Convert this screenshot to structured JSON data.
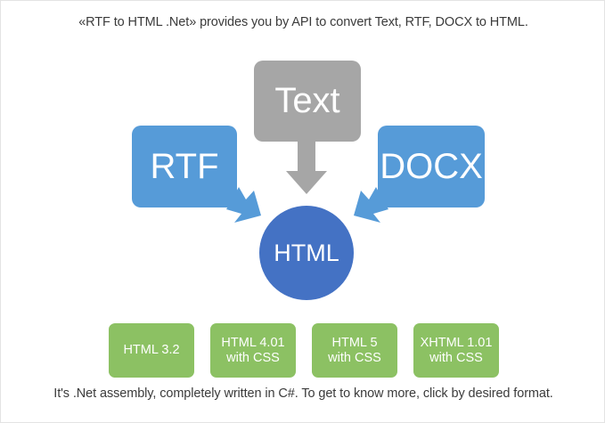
{
  "page": {
    "caption_top": "«RTF to HTML .Net» provides you by API to convert Text, RTF, DOCX to HTML.",
    "caption_bottom": "It's .Net assembly, completely written in C#. To get to know more, click by desired format."
  },
  "colors": {
    "source_blue": "#569bd8",
    "source_gray": "#a6a6a6",
    "center_blue": "#4472c4",
    "output_green": "#8cc163",
    "text_dark": "#3b3b3b",
    "background": "#ffffff",
    "border": "#e3e3e3"
  },
  "diagram": {
    "sources": [
      {
        "id": "text",
        "label": "Text",
        "color": "#a6a6a6"
      },
      {
        "id": "rtf",
        "label": "RTF",
        "color": "#569bd8"
      },
      {
        "id": "docx",
        "label": "DOCX",
        "color": "#569bd8"
      }
    ],
    "target": {
      "id": "html",
      "label": "HTML",
      "color": "#4472c4"
    },
    "arrows": [
      {
        "id": "text-to-html",
        "from": "text",
        "to": "html",
        "direction": "down",
        "color": "#a6a6a6"
      },
      {
        "id": "rtf-to-html",
        "from": "rtf",
        "to": "html",
        "direction": "down-right",
        "color": "#569bd8"
      },
      {
        "id": "docx-to-html",
        "from": "docx",
        "to": "html",
        "direction": "down-left",
        "color": "#569bd8"
      }
    ],
    "outputs": [
      {
        "id": "html32",
        "line1": "HTML 3.2",
        "line2": ""
      },
      {
        "id": "html401",
        "line1": "HTML 4.01",
        "line2": "with CSS"
      },
      {
        "id": "html5",
        "line1": "HTML 5",
        "line2": "with CSS"
      },
      {
        "id": "xhtml101",
        "line1": "XHTML 1.01",
        "line2": "with CSS"
      }
    ]
  }
}
